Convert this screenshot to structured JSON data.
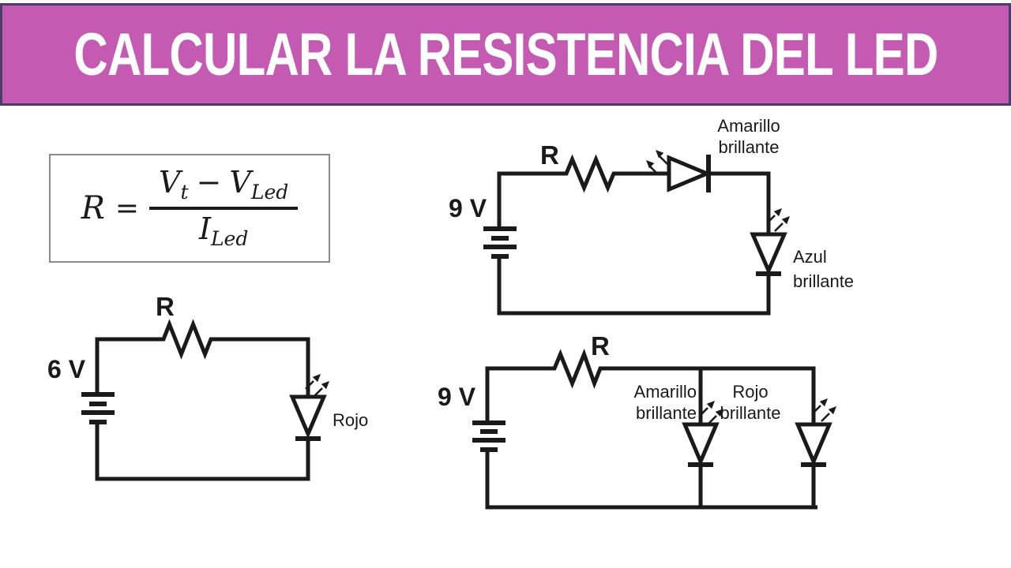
{
  "title": {
    "text": "CALCULAR LA RESISTENCIA DEL LED"
  },
  "formula": {
    "lhs": "R",
    "eq": "=",
    "numerator": {
      "v1": "V",
      "sub1": "t",
      "minus": "−",
      "v2": "V",
      "sub2": "Led"
    },
    "denominator": {
      "v": "I",
      "sub": "Led"
    }
  },
  "circuits": {
    "series": {
      "source_label": "9 V",
      "resistor_label": "R",
      "led1": {
        "line1": "Amarillo",
        "line2": "brillante"
      },
      "led2": {
        "line1": "Azul",
        "line2": "brillante"
      }
    },
    "single": {
      "source_label": "6 V",
      "resistor_label": "R",
      "led1": {
        "line1": "Rojo"
      }
    },
    "parallel": {
      "source_label": "9 V",
      "resistor_label": "R",
      "led1": {
        "line1": "Amarillo",
        "line2": "brillante"
      },
      "led2": {
        "line1": "Rojo",
        "line2": "brillante"
      }
    }
  },
  "icons": {
    "led_emission_arrows": "↗"
  },
  "colors": {
    "banner_fill": "#c45ab1",
    "banner_border": "#483e68",
    "ink": "#1a1a1a",
    "box_border": "#8a8a8a",
    "background": "#ffffff",
    "title_text": "#ffffff"
  }
}
